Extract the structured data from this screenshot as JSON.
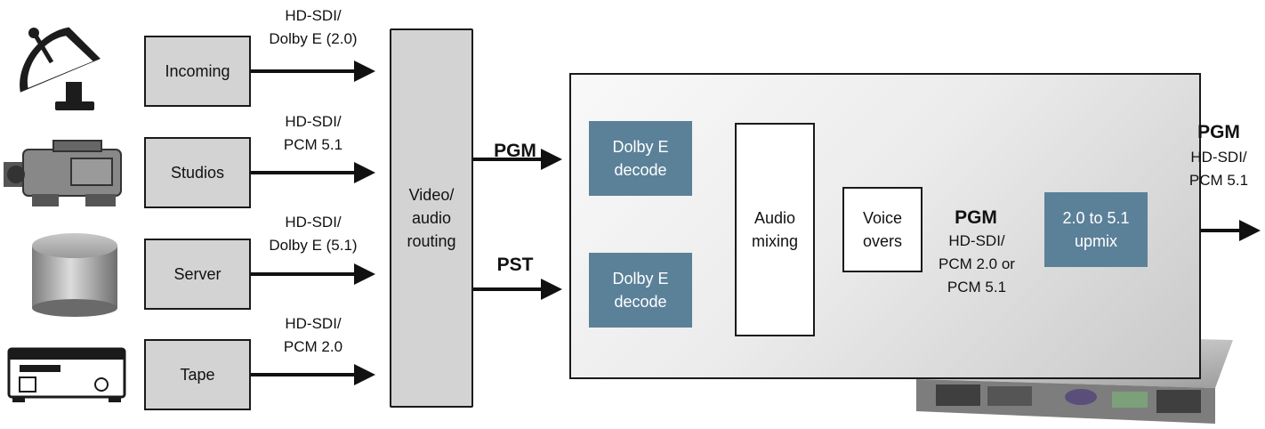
{
  "sources": [
    {
      "label": "Incoming",
      "signal": "HD-SDI/\nDolby E (2.0)",
      "icon": "satellite-dish-icon"
    },
    {
      "label": "Studios",
      "signal": "HD-SDI/\nPCM 5.1",
      "icon": "video-camera-icon"
    },
    {
      "label": "Server",
      "signal": "HD-SDI/\nDolby E (5.1)",
      "icon": "server-cylinder-icon"
    },
    {
      "label": "Tape",
      "signal": "HD-SDI/\nPCM 2.0",
      "icon": "tape-deck-icon"
    }
  ],
  "router": {
    "label": "Video/\naudio\nrouting"
  },
  "outputs": {
    "pgm": "PGM",
    "pst": "PST"
  },
  "processor": {
    "decode_pgm": "Dolby E\ndecode",
    "decode_pst": "Dolby E\ndecode",
    "mixing": "Audio\nmixing",
    "voice": "Voice\novers",
    "mid_pgm": "PGM",
    "mid_signal": "HD-SDI/\nPCM 2.0 or\nPCM 5.1",
    "upmix": "2.0 to 5.1\nupmix"
  },
  "final": {
    "pgm": "PGM",
    "signal": "HD-SDI/\nPCM 5.1"
  },
  "colors": {
    "source_fill": "#d3d3d3",
    "accent_blue": "#5b8199",
    "stroke": "#1a1a1a"
  }
}
